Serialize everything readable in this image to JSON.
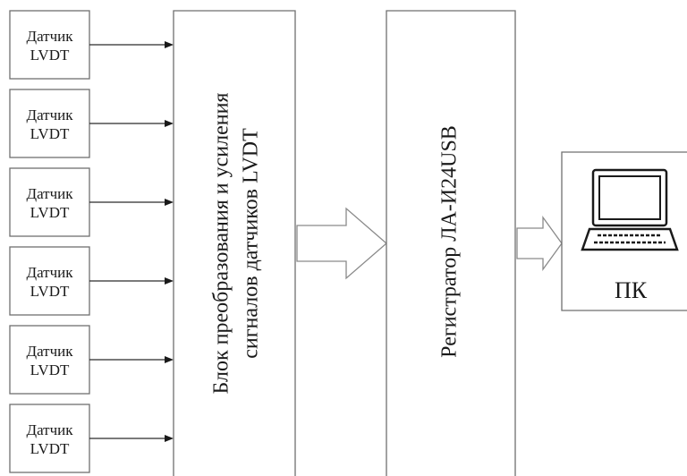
{
  "sensors": [
    {
      "line1": "Датчик",
      "line2": "LVDT"
    },
    {
      "line1": "Датчик",
      "line2": "LVDT"
    },
    {
      "line1": "Датчик",
      "line2": "LVDT"
    },
    {
      "line1": "Датчик",
      "line2": "LVDT"
    },
    {
      "line1": "Датчик",
      "line2": "LVDT"
    },
    {
      "line1": "Датчик",
      "line2": "LVDT"
    }
  ],
  "converter_block": {
    "line1": "Блок преобразования и усиления",
    "line2": "сигналов датчиков LVDT"
  },
  "registrar_block": {
    "label": "Регистратор ЛА-И24USB"
  },
  "pc_block": {
    "label": "ПК",
    "icon": "laptop-icon"
  }
}
